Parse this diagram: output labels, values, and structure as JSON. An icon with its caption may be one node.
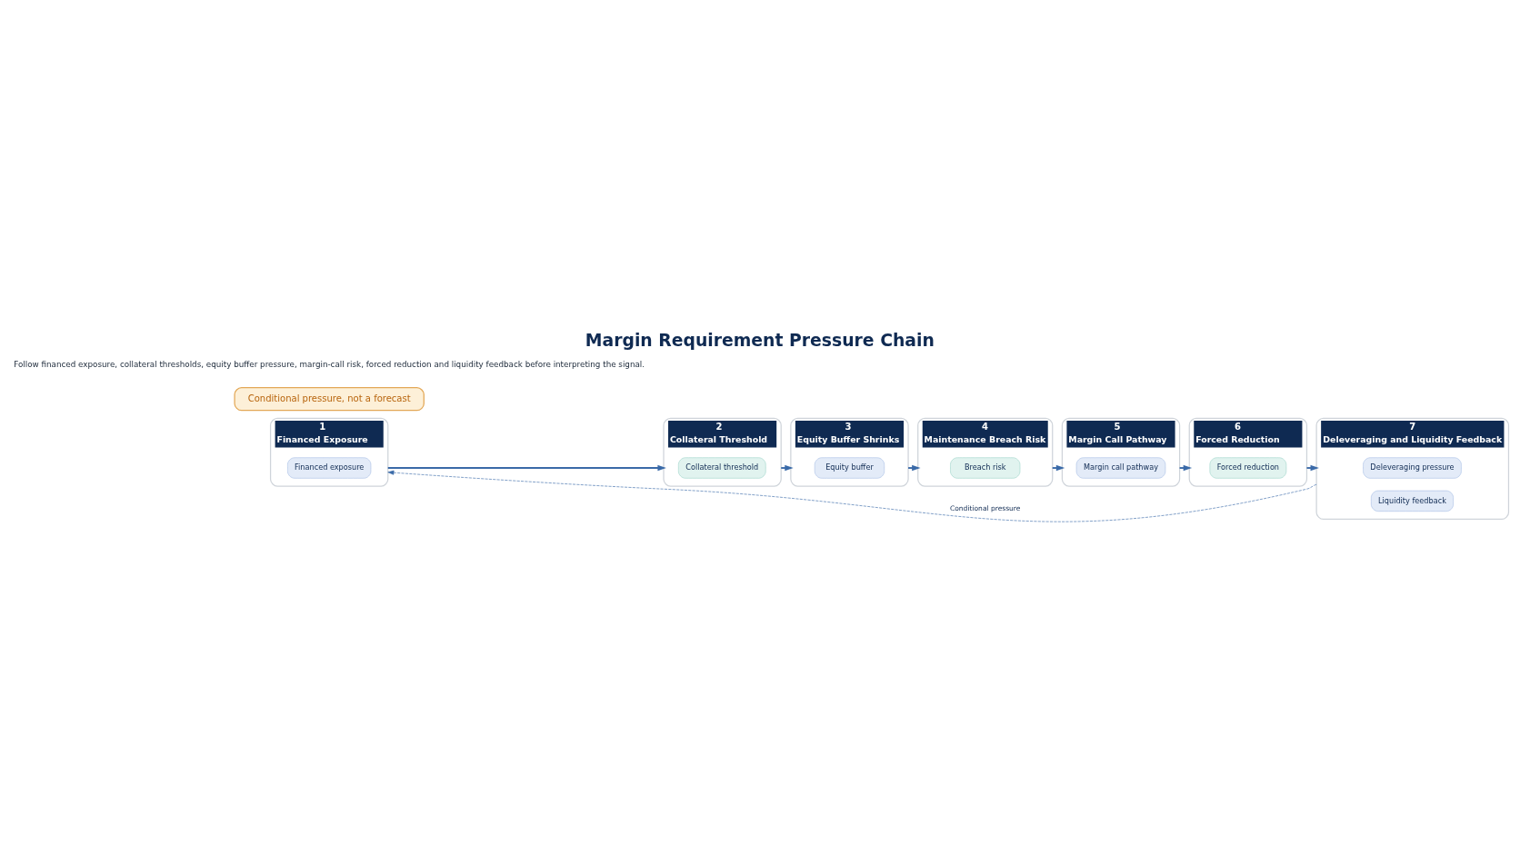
{
  "diagram": {
    "title": "Margin Requirement Pressure Chain",
    "nodes": [
      {
        "text": [
          "1",
          "Financed Exposure"
        ]
      },
      {
        "text": [
          "Financed exposure"
        ],
        "in": 0
      },
      {
        "text": [
          "2",
          "Collateral Threshold"
        ]
      },
      {
        "text": [
          "Collateral threshold"
        ],
        "in": 2
      },
      {
        "text": [
          "3",
          "Equity Buffer Shrinks"
        ]
      },
      {
        "text": [
          "Equity buffer"
        ],
        "in": 4
      },
      {
        "text": [
          "4",
          "Maintenance Breach Risk"
        ]
      },
      {
        "text": [
          "Breach risk"
        ],
        "in": 6
      },
      {
        "text": [
          "5",
          "Margin Call Pathway"
        ]
      },
      {
        "text": [
          "Margin call pathway"
        ],
        "in": 8
      },
      {
        "text": [
          "6",
          "Forced Reduction"
        ]
      },
      {
        "text": [
          "Forced reduction"
        ],
        "in": 10
      },
      {
        "text": [
          "7",
          "Deleveraging and Liquidity Feedback"
        ]
      },
      {
        "text": [
          "Deleveraging pressure"
        ],
        "in": 12
      },
      {
        "text": [
          "Liquidity feedback"
        ],
        "in": 12
      },
      {
        "text": [
          "Conditional pressure, not a forecast"
        ]
      }
    ],
    "edges": [
      {
        "from": 0,
        "to": 2,
        "arrow": "to"
      },
      {
        "from": 2,
        "to": 4,
        "arrow": "to"
      },
      {
        "from": 4,
        "to": 6,
        "arrow": "to"
      },
      {
        "from": 6,
        "to": 8,
        "arrow": "to"
      },
      {
        "from": 8,
        "to": 10,
        "arrow": "to"
      },
      {
        "from": 10,
        "to": 12,
        "arrow": "to"
      },
      {
        "from": 12,
        "to": 0,
        "arrow": "to",
        "style": "dashed",
        "label": "Conditional pressure"
      }
    ],
    "labels": [
      "Follow financed exposure, collateral thresholds, equity buffer pressure, margin-call risk, forced reduction and liquidity feedback before interpreting the signal."
    ]
  }
}
